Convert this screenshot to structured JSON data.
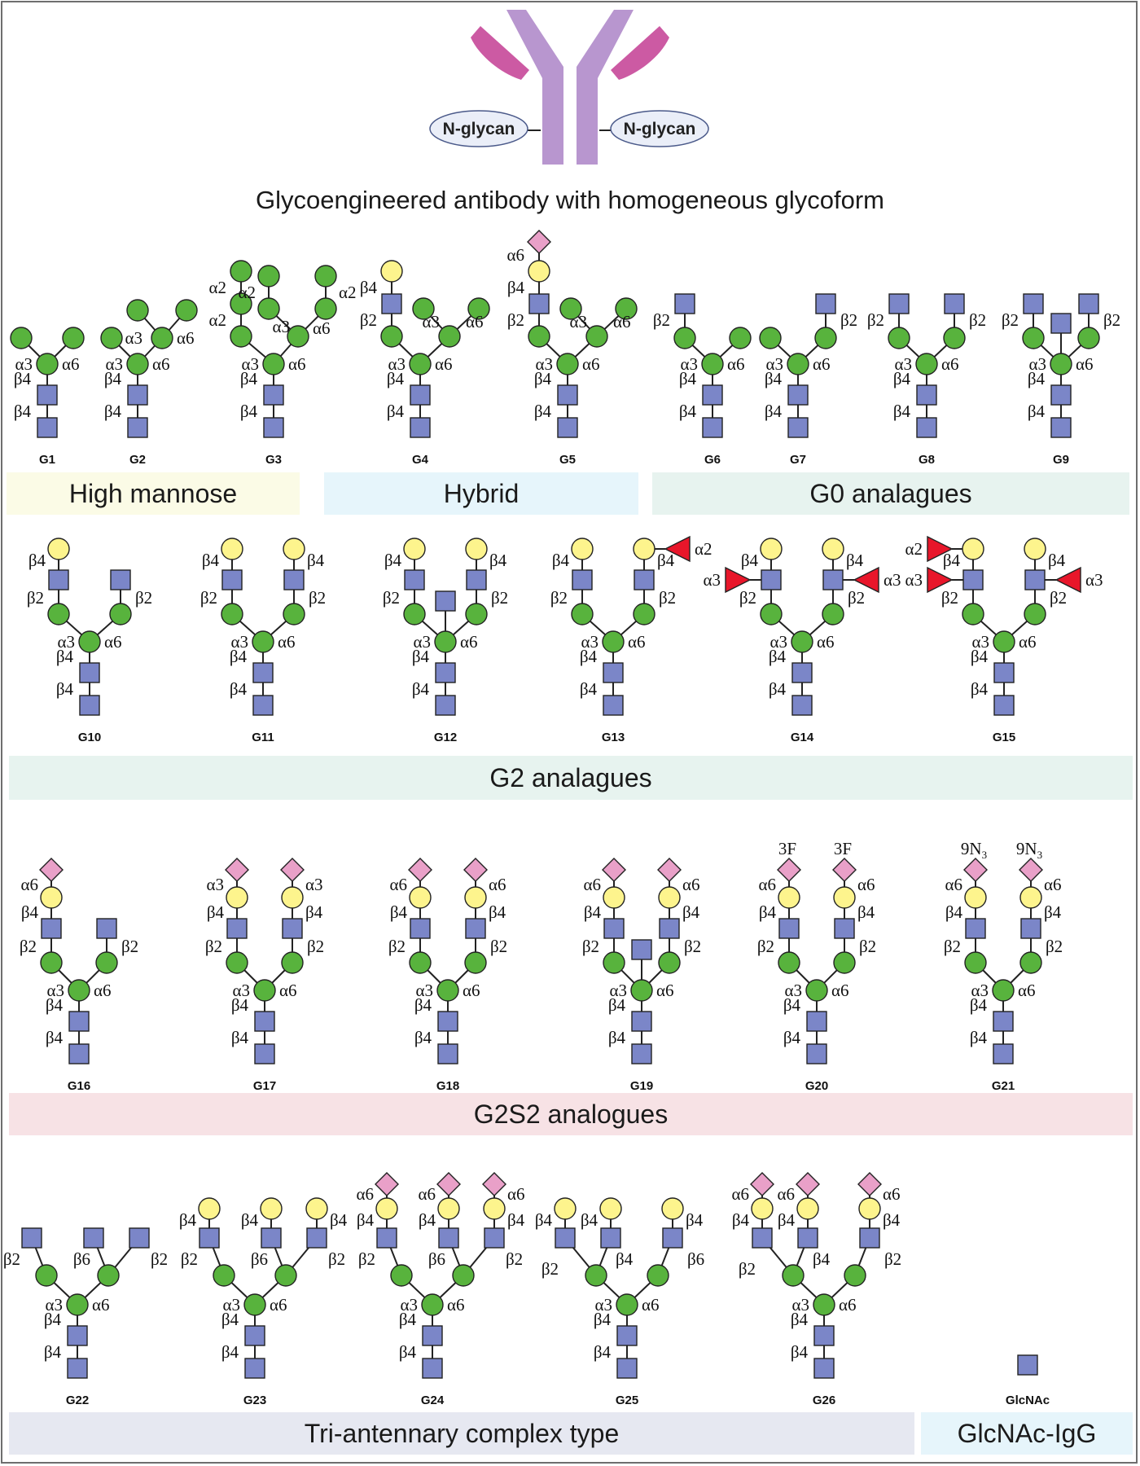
{
  "header": {
    "title": "Glycoengineered antibody with homogeneous glycoform"
  },
  "antibody": {
    "left_label": "N-glycan",
    "right_label": "N-glycan"
  },
  "colors": {
    "glcnac": "#7b86c8",
    "mannose": "#58b33d",
    "galactose": "#fdf48d",
    "sialic_acid": "#e9a0c8",
    "fucose": "#e8162a",
    "antibody_body": "#b896cf",
    "antibody_arms": "#cc5aa3",
    "band_high_mannose": "#fbfbe6",
    "band_hybrid": "#e6f5fb",
    "band_g0": "#e7f3ef",
    "band_g2": "#e7f3ef",
    "band_g2s2": "#f7e2e5",
    "band_tri": "#e6e8f1",
    "band_glcnac": "#e6f5fb"
  },
  "sections": {
    "high_mannose": "High mannose",
    "hybrid": "Hybrid",
    "g0": "G0 analagues",
    "g2": "G2 analagues",
    "g2s2": "G2S2 analogues",
    "tri": "Tri-antennary complex type",
    "glcnac_igg": "GlcNAc-IgG"
  },
  "glycan_ids": [
    "G1",
    "G2",
    "G3",
    "G4",
    "G5",
    "G6",
    "G7",
    "G8",
    "G9",
    "G10",
    "G11",
    "G12",
    "G13",
    "G14",
    "G15",
    "G16",
    "G17",
    "G18",
    "G19",
    "G20",
    "G21",
    "G22",
    "G23",
    "G24",
    "G25",
    "G26",
    "GlcNAc"
  ],
  "linkage_terms": {
    "a2": "α2",
    "a3": "α3",
    "a6": "α6",
    "b2": "β2",
    "b4": "β4",
    "b6": "β6",
    "f3": "3F",
    "n9": "9N",
    "n3_sub": "3"
  }
}
